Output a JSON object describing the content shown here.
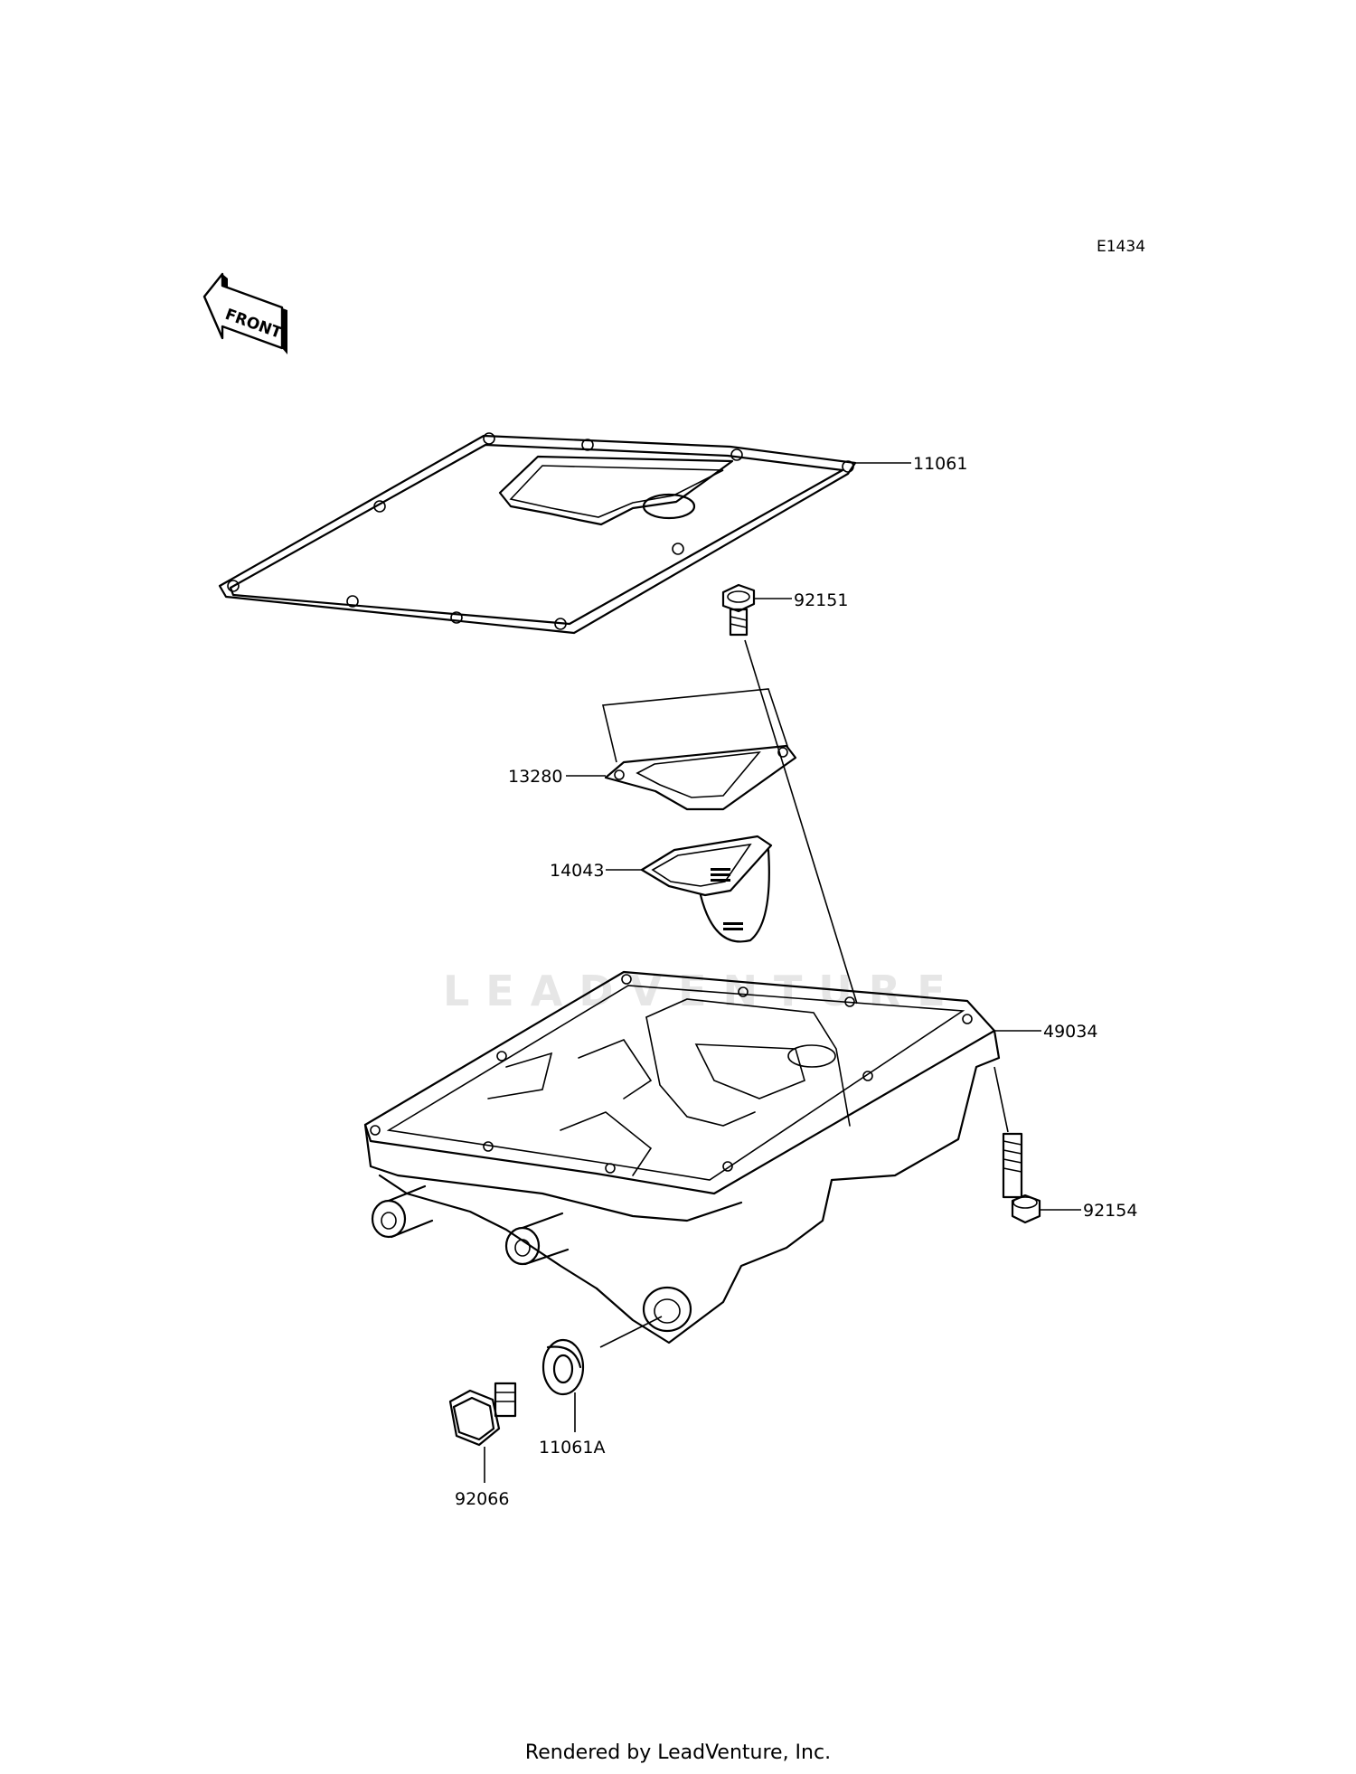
{
  "diagram_code": "E1434",
  "front_arrow_label": "FRONT",
  "watermark_text": "LEADVENTURE",
  "footer": "Rendered by LeadVenture, Inc.",
  "parts": {
    "gasket_oil_pan": "11061",
    "bolt_92151": "92151",
    "gasket_13280": "13280",
    "strainer_14043": "14043",
    "oil_pan_49034": "49034",
    "bolt_92154": "92154",
    "washer_11061A": "11061A",
    "drain_plug_92066": "92066"
  }
}
